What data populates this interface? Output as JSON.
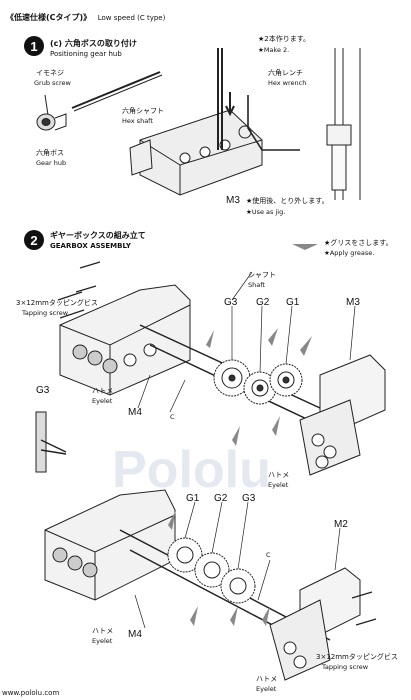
{
  "header": {
    "title_jp": "《低速仕様(Cタイプ)》",
    "title_en": "Low speed (C type)"
  },
  "step1": {
    "number": "1",
    "title_jp": "(c) 六角ボスの取り付け",
    "title_en": "Positioning gear hub",
    "grub_screw_jp": "イモネジ",
    "grub_screw_en": "Grub screw",
    "hex_shaft_jp": "六角シャフト",
    "hex_shaft_en": "Hex shaft",
    "gear_hub_jp": "六角ボス",
    "gear_hub_en": "Gear hub",
    "make2_jp": "★2本作ります。",
    "make2_en": "★Make 2.",
    "hex_wrench_jp": "六角レンチ",
    "hex_wrench_en": "Hex wrench",
    "m3_label": "M3",
    "use_jig_jp": "★使用後、とり外します。",
    "use_jig_en": "★Use as jig."
  },
  "step2": {
    "number": "2",
    "title_jp": "ギヤーボックスの組み立て",
    "title_en": "GEARBOX ASSEMBLY",
    "grease_jp": "★グリスをさします。",
    "grease_en": "★Apply grease.",
    "shaft_jp": "シャフト",
    "shaft_en": "Shaft",
    "tapping_screw_jp": "3×12mmタッピングビス",
    "tapping_screw_en": "Tapping screw",
    "labels": {
      "g3": "G3",
      "g2": "G2",
      "g1": "G1",
      "m3": "M3",
      "m4": "M4",
      "m2": "M2",
      "c": "C"
    },
    "eyelet_jp": "ハトメ",
    "eyelet_en": "Eyelet"
  },
  "watermark": "Pololu",
  "footer_url": "www.pololu.com"
}
